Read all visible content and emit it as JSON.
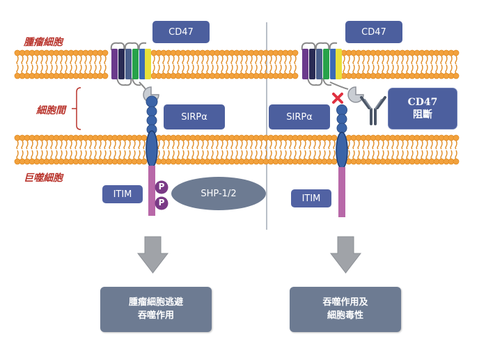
{
  "labels": {
    "tumor_cell": "腫瘤細胞",
    "intercellular": "細胞間",
    "macrophage": "巨噬細胞"
  },
  "left": {
    "cd47": "CD47",
    "sirpa": "SIRPα",
    "itim": "ITIM",
    "p1": "P",
    "p2": "P",
    "shp": "SHP-1/2",
    "outcome_line1": "腫瘤細胞逃避",
    "outcome_line2": "吞噬作用"
  },
  "right": {
    "cd47": "CD47",
    "sirpa": "SIRPα",
    "itim": "ITIM",
    "block_line1": "CD47",
    "block_line2": "阻斷",
    "outcome_line1": "吞噬作用及",
    "outcome_line2": "細胞毒性"
  },
  "colors": {
    "membrane": "#f2a13c",
    "membrane_dark": "#e08b23",
    "box_blue": "#4c5f9e",
    "outcome_gray": "#6d7b92",
    "label_red": "#b8322a",
    "itim_stem": "#b868a8",
    "p_circle": "#7a3a86",
    "shp_ellipse": "#6d7b92",
    "block_x": "#e03040",
    "arrow_gray": "#a0a3a8"
  },
  "icons": {
    "antibody": "antibody-y-icon",
    "block_mark": "x-mark-icon",
    "arrow": "down-arrow-icon"
  }
}
